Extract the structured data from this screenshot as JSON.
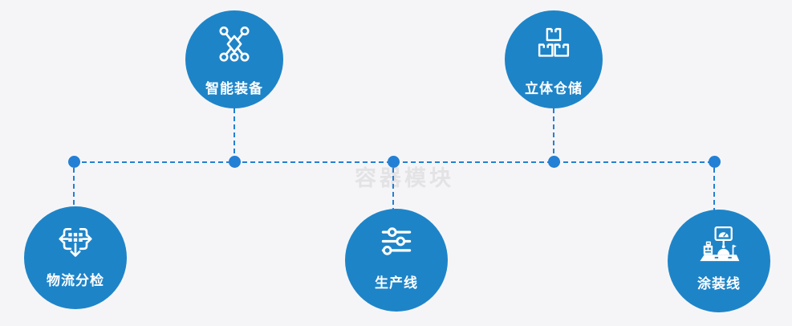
{
  "watermark": {
    "text": "容器模块"
  },
  "colors": {
    "background": "#f5f5f7",
    "circle_fill": "#1e84c8",
    "connector": "#2380d5",
    "label_text": "#ffffff",
    "watermark_text": "#e3e2e4"
  },
  "nodes": [
    {
      "id": "smart-equipment",
      "label": "智能装备",
      "icon": "network-nodes-icon",
      "row": "top"
    },
    {
      "id": "stereo-warehouse",
      "label": "立体仓储",
      "icon": "stacked-boxes-icon",
      "row": "top"
    },
    {
      "id": "logistics-sorting",
      "label": "物流分检",
      "icon": "sorting-dispatch-icon",
      "row": "bottom"
    },
    {
      "id": "production-line",
      "label": "生产线",
      "icon": "sliders-icon",
      "row": "bottom"
    },
    {
      "id": "painting-line",
      "label": "涂装线",
      "icon": "machine-station-icon",
      "row": "bottom"
    }
  ]
}
